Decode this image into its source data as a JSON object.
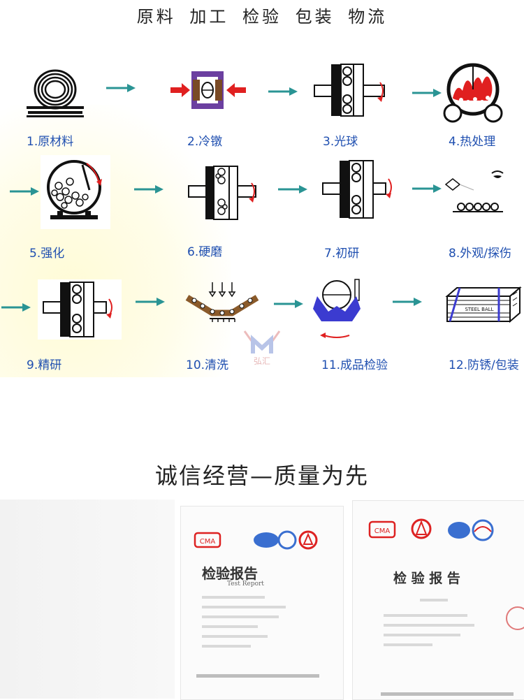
{
  "header": {
    "title": "原料 加工 检验 包装 物流"
  },
  "steps": [
    {
      "label": "1.原材料",
      "icon": "wire-coil-icon"
    },
    {
      "label": "2.冷镦",
      "icon": "cold-heading-die-icon"
    },
    {
      "label": "3.光球",
      "icon": "flashing-plates-icon"
    },
    {
      "label": "4.热处理",
      "icon": "heat-treatment-furnace-icon"
    },
    {
      "label": "5.强化",
      "icon": "strengthening-drum-icon"
    },
    {
      "label": "6.硬磨",
      "icon": "hard-grinding-plates-icon"
    },
    {
      "label": "7.初研",
      "icon": "initial-lapping-plates-icon"
    },
    {
      "label": "8.外观/探伤",
      "icon": "inspection-eye-icon"
    },
    {
      "label": "9.精研",
      "icon": "fine-lapping-plates-icon"
    },
    {
      "label": "10.清洗",
      "icon": "cleaning-conveyor-icon"
    },
    {
      "label": "11.成品检验",
      "icon": "final-inspection-icon"
    },
    {
      "label": "12.防锈/包装",
      "icon": "steel-ball-crate-icon"
    }
  ],
  "watermark": {
    "text": "弘汇"
  },
  "crate_text": "STEEL BALL",
  "colors": {
    "arrow": "#2a9494",
    "label": "#1f4fb0",
    "hot": "#e02020",
    "die": "#6b3fa0",
    "blue": "#3b3bd0"
  },
  "section": {
    "title": "诚信经营—质量为先"
  },
  "reports": [
    {
      "title": "检验报告",
      "subtitle": "Test Report"
    },
    {
      "title": "检 验 报 告",
      "subtitle": ""
    }
  ]
}
